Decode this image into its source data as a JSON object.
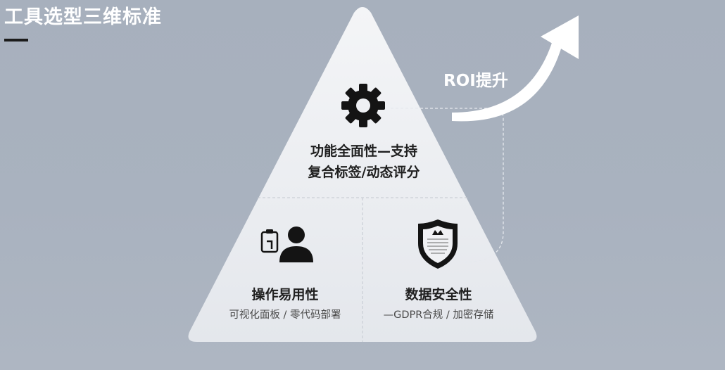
{
  "page": {
    "title": "工具选型三维标准"
  },
  "pyramid": {
    "top": {
      "icon": "gear-icon",
      "title_line1": "功能全面性—支持",
      "title_line2": "复合标签/动态评分"
    },
    "left": {
      "icon": "clipboard-user-icon",
      "title": "操作易用性",
      "subtitle": "可视化面板 / 零代码部署"
    },
    "right": {
      "icon": "shield-icon",
      "title": "数据安全性",
      "subtitle": "—GDPR合规 / 加密存储"
    }
  },
  "arrow": {
    "label": "ROI提升",
    "icon": "growth-arrow-icon"
  },
  "colors": {
    "background": "#a9b2bf",
    "pyramid_fill": "#eceef2",
    "ink": "#1f1f1f",
    "arrow": "#ffffff"
  }
}
